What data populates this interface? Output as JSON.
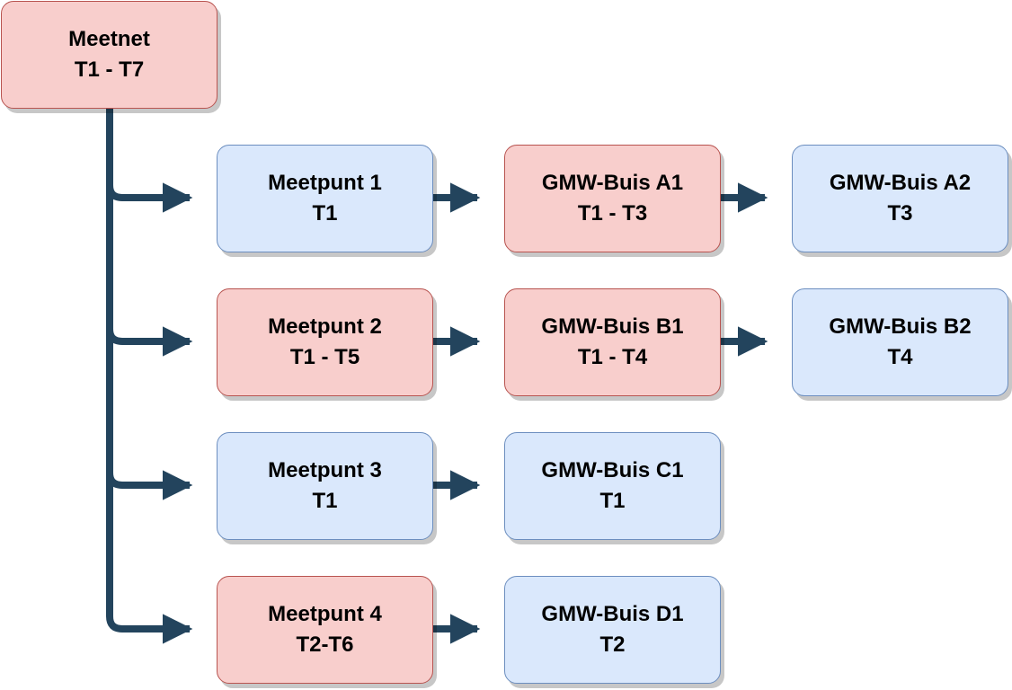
{
  "colors": {
    "red_fill": "#f8cecc",
    "red_border": "#b85450",
    "blue_fill": "#dae8fc",
    "blue_border": "#6c8ebf",
    "connector": "#23445d"
  },
  "nodes": {
    "meetnet": {
      "line1": "Meetnet",
      "line2": "T1 - T7",
      "color": "red"
    },
    "meetpunt1": {
      "line1": "Meetpunt 1",
      "line2": "T1",
      "color": "blue"
    },
    "meetpunt2": {
      "line1": "Meetpunt 2",
      "line2": "T1 - T5",
      "color": "red"
    },
    "meetpunt3": {
      "line1": "Meetpunt 3",
      "line2": "T1",
      "color": "blue"
    },
    "meetpunt4": {
      "line1": "Meetpunt 4",
      "line2": "T2-T6",
      "color": "red"
    },
    "buis_a1": {
      "line1": "GMW-Buis A1",
      "line2": "T1 - T3",
      "color": "red"
    },
    "buis_a2": {
      "line1": "GMW-Buis A2",
      "line2": "T3",
      "color": "blue"
    },
    "buis_b1": {
      "line1": "GMW-Buis B1",
      "line2": "T1 - T4",
      "color": "red"
    },
    "buis_b2": {
      "line1": "GMW-Buis B2",
      "line2": "T4",
      "color": "blue"
    },
    "buis_c1": {
      "line1": "GMW-Buis C1",
      "line2": "T1",
      "color": "blue"
    },
    "buis_d1": {
      "line1": "GMW-Buis D1",
      "line2": "T2",
      "color": "blue"
    }
  }
}
